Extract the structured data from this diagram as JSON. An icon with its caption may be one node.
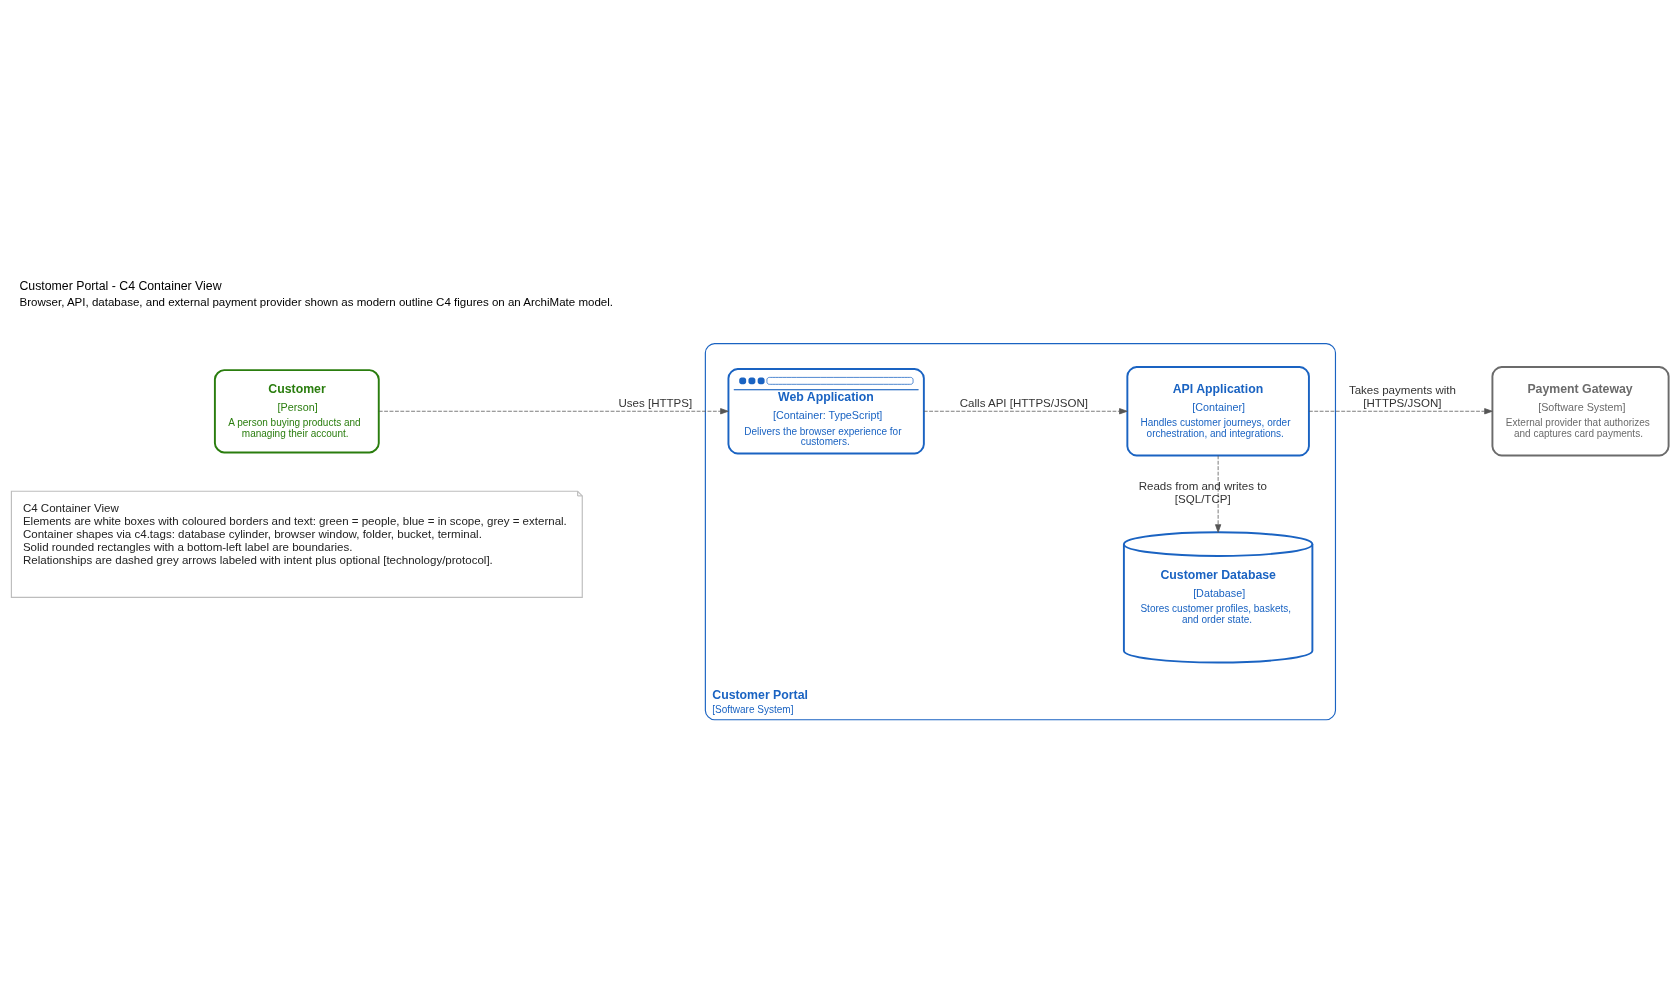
{
  "diagram": {
    "title": "Customer Portal - C4 Container View",
    "caption": "Browser, API, database, and external payment provider shown as modern outline C4 figures on an ArchiMate model.",
    "nodes": [
      {
        "text": [
          "Customer",
          "[Person]",
          "A person buying products and managing their account."
        ]
      },
      {
        "text": [
          "Customer Portal",
          "[Software System]"
        ]
      },
      {
        "text": [
          "Web Application",
          "[Container: TypeScript]",
          "Delivers the browser experience for customers."
        ],
        "in": 1
      },
      {
        "text": [
          "API Application",
          "[Container]",
          "Handles customer journeys, order orchestration, and integrations."
        ],
        "in": 1
      },
      {
        "text": [
          "Customer Database",
          "[Database]",
          "Stores customer profiles, baskets, and order state."
        ],
        "in": 1
      },
      {
        "text": [
          "Payment Gateway",
          "[Software System]",
          "External provider that authorizes and captures card payments."
        ]
      },
      {
        "text": [
          "C4 Container View",
          "Elements are white boxes with coloured borders and text: green = people, blue = in scope, grey = external.",
          "Container shapes via c4.tags: database cylinder, browser window, folder, bucket, terminal.",
          "Solid rounded rectangles with a bottom-left label are boundaries.",
          "Relationships are dashed grey arrows labeled with intent plus optional [technology/protocol]."
        ]
      }
    ],
    "edges": [
      {
        "from": 0,
        "to": 2,
        "arrow": "to",
        "label": "Uses [HTTPS]",
        "style": "dashed"
      },
      {
        "from": 2,
        "to": 3,
        "arrow": "to",
        "label": "Calls API [HTTPS/JSON]",
        "style": "dashed"
      },
      {
        "from": 3,
        "to": 5,
        "arrow": "to",
        "label": "Takes payments with [HTTPS/JSON]",
        "style": "dashed"
      },
      {
        "from": 3,
        "to": 4,
        "arrow": "to",
        "label": "Reads from and writes to [SQL/TCP]",
        "style": "dashed"
      }
    ]
  }
}
